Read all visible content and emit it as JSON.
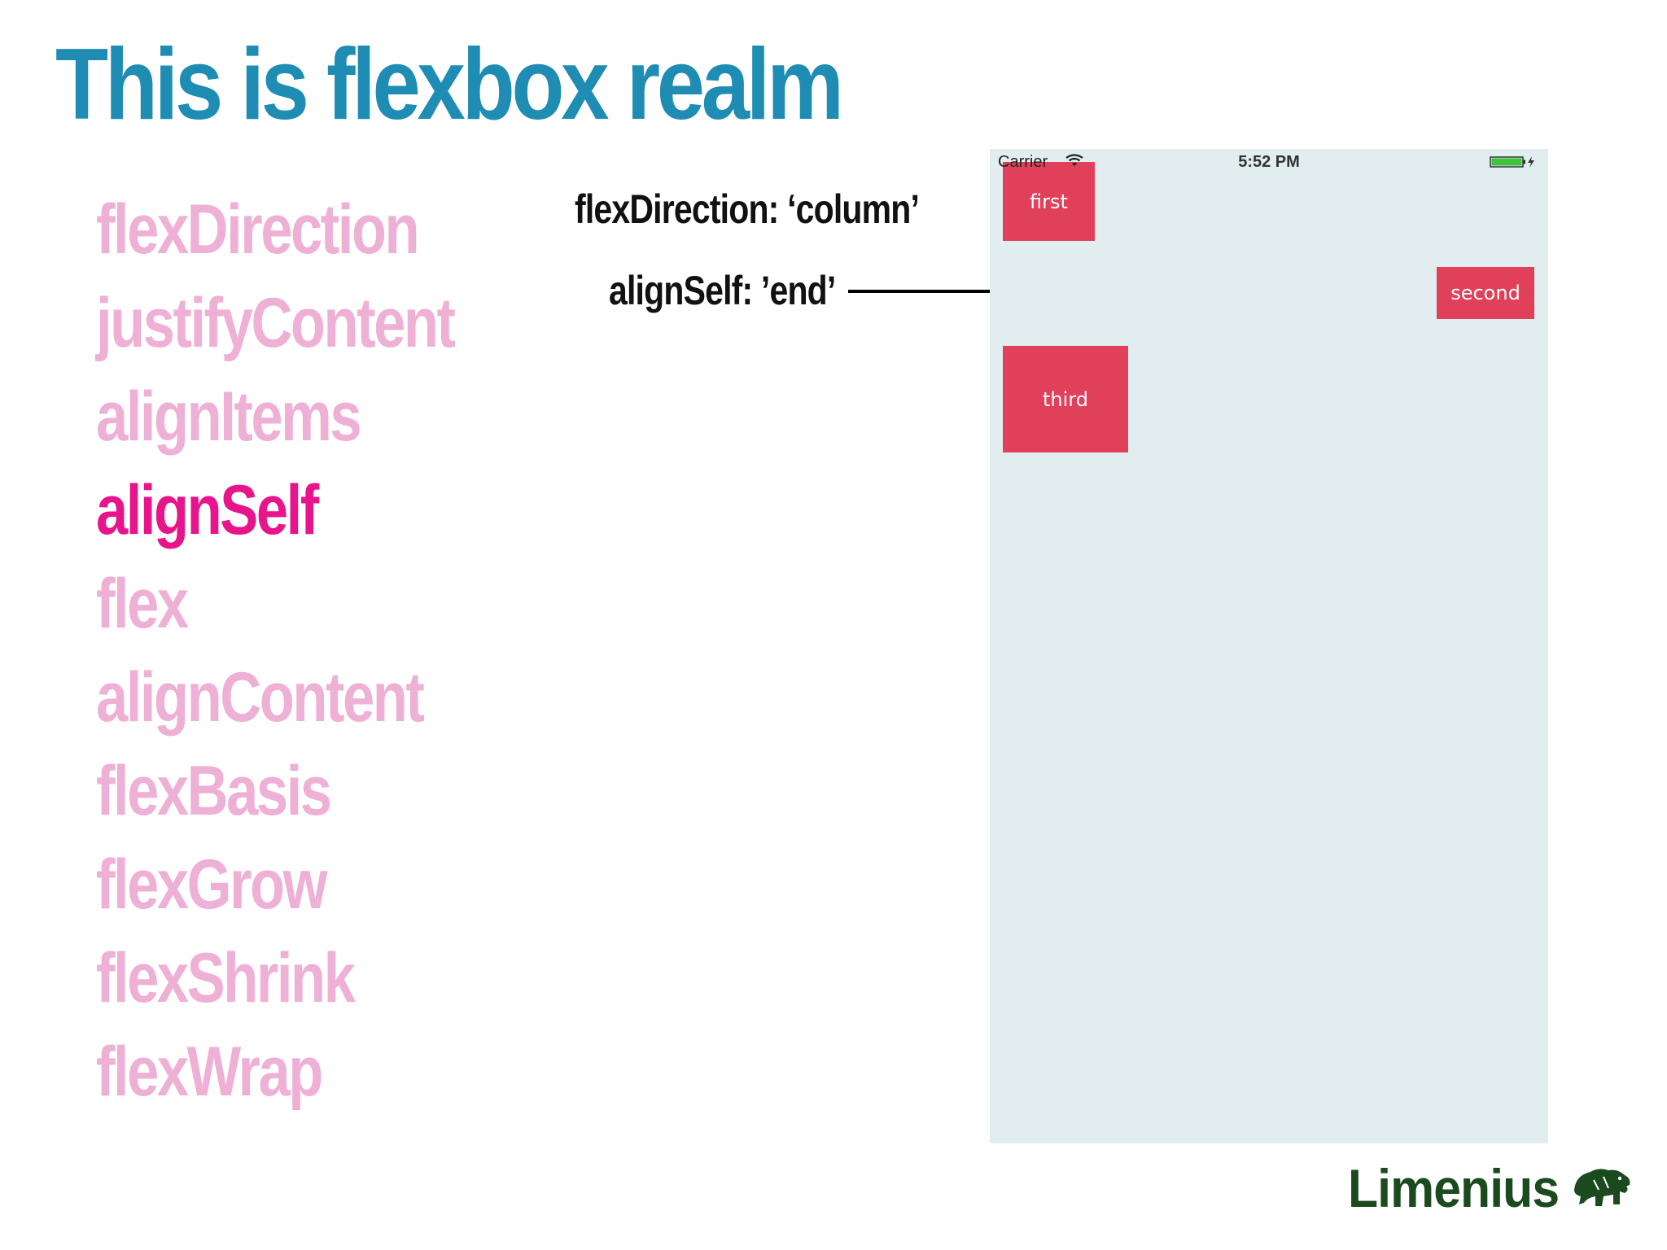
{
  "slide": {
    "title": "This is flexbox realm",
    "properties": [
      {
        "label": "flexDirection",
        "active": false
      },
      {
        "label": "justifyContent",
        "active": false
      },
      {
        "label": "alignItems",
        "active": false
      },
      {
        "label": "alignSelf",
        "active": true
      },
      {
        "label": "flex",
        "active": false
      },
      {
        "label": "alignContent",
        "active": false
      },
      {
        "label": "flexBasis",
        "active": false
      },
      {
        "label": "flexGrow",
        "active": false
      },
      {
        "label": "flexShrink",
        "active": false
      },
      {
        "label": "flexWrap",
        "active": false
      }
    ],
    "annotations": {
      "direction": "flexDirection: ‘column’",
      "align_self": "alignSelf: ’end’"
    },
    "logo": "Limenius"
  },
  "phone": {
    "status_bar": {
      "carrier": "Carrier",
      "time": "5:52 PM"
    },
    "boxes": {
      "first": "first",
      "second": "second",
      "third": "third"
    }
  },
  "colors": {
    "title": "#1f8db3",
    "inactive_property": "#efb0d6",
    "active_property": "#e8148c",
    "box": "#e0405a",
    "phone_background": "#e1edef",
    "logo": "#1a4a1e"
  },
  "icons": [
    "wifi-icon",
    "battery-icon",
    "arrow-right-icon",
    "logo-animal-icon"
  ]
}
